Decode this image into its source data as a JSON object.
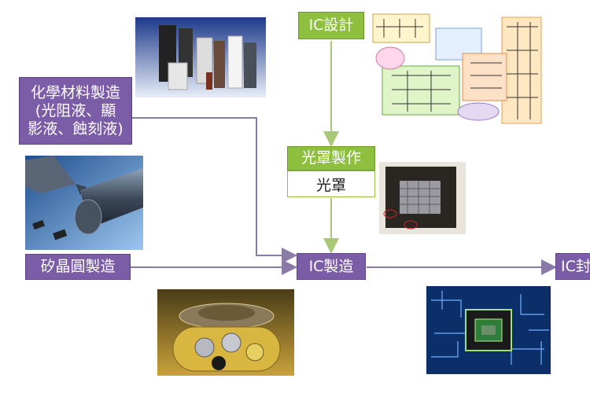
{
  "nodes": {
    "ic_design": "IC設計",
    "mask_making": "光罩製作",
    "mask": "光罩",
    "chemical": [
      "化學材料製造",
      "(光阻液、顯",
      "影液、蝕刻液)"
    ],
    "wafer": "矽晶圓製造",
    "ic_manufacture": "IC製造",
    "ic_next": "IC封"
  },
  "colors": {
    "green": "#8fbf3f",
    "purple": "#7b5ca6",
    "arrow_green": "#a8c878",
    "arrow_purple": "#8a7aa8"
  }
}
